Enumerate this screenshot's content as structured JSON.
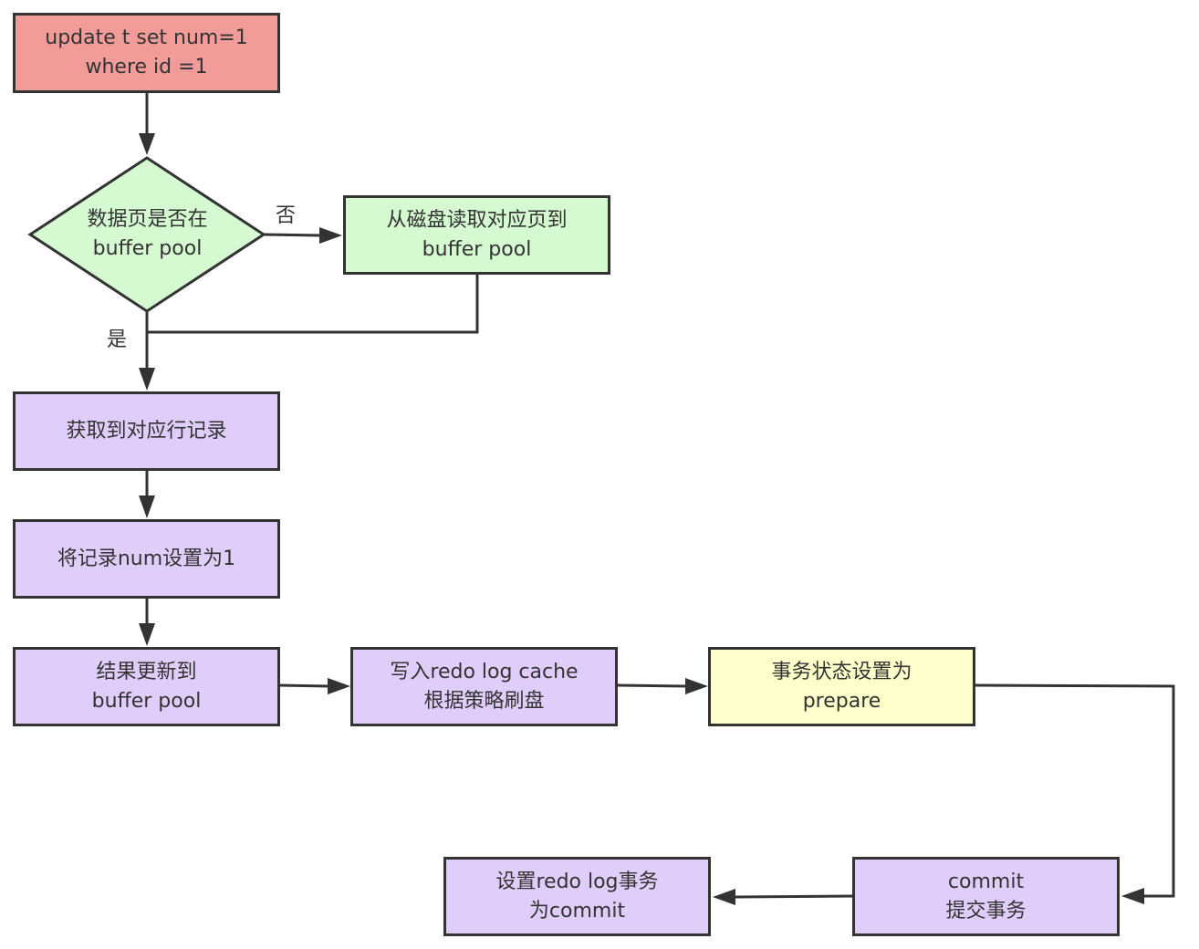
{
  "diagram": {
    "type": "flowchart",
    "colors": {
      "stroke": "#333333",
      "start": "#f19c99",
      "decision": "#d5fad1",
      "process": "#e0cdf9",
      "highlight": "#ffffcc"
    },
    "nodes": {
      "start": {
        "lines": [
          "update t set num=1",
          "where id =1"
        ]
      },
      "decision": {
        "lines": [
          "数据页是否在",
          "buffer pool"
        ]
      },
      "load_page": {
        "lines": [
          "从磁盘读取对应页到",
          "buffer pool"
        ]
      },
      "get_row": {
        "lines": [
          "获取到对应行记录"
        ]
      },
      "set_num": {
        "lines": [
          "将记录num设置为1"
        ]
      },
      "update_buffer": {
        "lines": [
          "结果更新到",
          "buffer pool"
        ]
      },
      "write_redo": {
        "lines": [
          "写入redo log cache",
          "根据策略刷盘"
        ]
      },
      "prepare": {
        "lines": [
          "事务状态设置为",
          "prepare"
        ]
      },
      "commit": {
        "lines": [
          "commit",
          "提交事务"
        ]
      },
      "redo_commit": {
        "lines": [
          "设置redo log事务",
          "为commit"
        ]
      }
    },
    "edge_labels": {
      "no": "否",
      "yes": "是"
    },
    "edges": [
      [
        "start",
        "decision"
      ],
      [
        "decision",
        "load_page",
        "否"
      ],
      [
        "decision",
        "get_row",
        "是"
      ],
      [
        "load_page",
        "get_row"
      ],
      [
        "get_row",
        "set_num"
      ],
      [
        "set_num",
        "update_buffer"
      ],
      [
        "update_buffer",
        "write_redo"
      ],
      [
        "write_redo",
        "prepare"
      ],
      [
        "prepare",
        "commit"
      ],
      [
        "commit",
        "redo_commit"
      ]
    ]
  }
}
